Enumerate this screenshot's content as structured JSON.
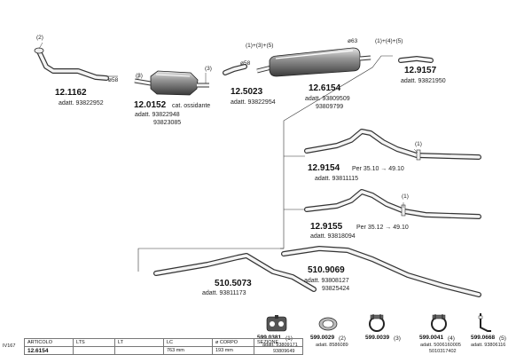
{
  "parts": [
    {
      "id": "p1",
      "code": "12.1162",
      "notes": [
        "adatt. 93822952"
      ],
      "callouts": [
        "(2)",
        "ø58"
      ]
    },
    {
      "id": "p2",
      "code": "12.0152",
      "desc": "cat. ossidante",
      "notes": [
        "adatt. 93822948",
        "93823085"
      ],
      "callouts": [
        "(3)",
        "(3)"
      ]
    },
    {
      "id": "p3",
      "code": "12.5023",
      "notes": [
        "adatt. 93822954"
      ],
      "callouts": [
        "ø58"
      ]
    },
    {
      "id": "p4",
      "code": "12.6154",
      "notes": [
        "adatt. 93809509",
        "93809799"
      ],
      "callouts": [
        "(1)+(3)+(5)",
        "ø63"
      ]
    },
    {
      "id": "p5",
      "code": "12.9157",
      "notes": [
        "adatt. 93821950"
      ],
      "callouts": [
        "(1)+(4)+(5)"
      ]
    },
    {
      "id": "p6",
      "code": "12.9154",
      "desc": "Per 35.10 → 49.10",
      "notes": [
        "adatt. 93811115"
      ],
      "callouts": [
        "(1)"
      ]
    },
    {
      "id": "p7",
      "code": "12.9155",
      "desc": "Per 35.12 → 49.10",
      "notes": [
        "adatt. 93818094"
      ],
      "callouts": [
        "(1)"
      ]
    },
    {
      "id": "p8",
      "code": "510.5073",
      "notes": [
        "adatt. 93811173"
      ]
    },
    {
      "id": "p9",
      "code": "510.9069",
      "notes": [
        "adatt. 93808127",
        "93825424"
      ]
    }
  ],
  "accessories": [
    {
      "code": "599.0381",
      "ref": "(1)",
      "notes": [
        "adatt. 93809171",
        "93809649"
      ],
      "icon": "rubber-hanger-icon"
    },
    {
      "code": "599.0029",
      "ref": "(2)",
      "notes": [
        "adatt. 8586089"
      ],
      "icon": "gasket-ring-icon"
    },
    {
      "code": "599.0039",
      "ref": "(3)",
      "notes": [],
      "icon": "clamp-icon"
    },
    {
      "code": "599.0041",
      "ref": "(4)",
      "notes": [
        "adatt. 5006160005",
        "5010317402"
      ],
      "icon": "clamp-icon"
    },
    {
      "code": "599.0668",
      "ref": "(5)",
      "notes": [
        "adatt. 93806116"
      ],
      "icon": "bracket-icon"
    }
  ],
  "spec_table": {
    "side_label": "IV167",
    "headers": [
      "ARTICOLO",
      "LTS",
      "LT",
      "LC",
      "ø CORPO",
      "SEZIONE"
    ],
    "row": [
      "12.6154",
      "",
      "",
      "763 mm",
      "193 mm",
      ""
    ]
  }
}
